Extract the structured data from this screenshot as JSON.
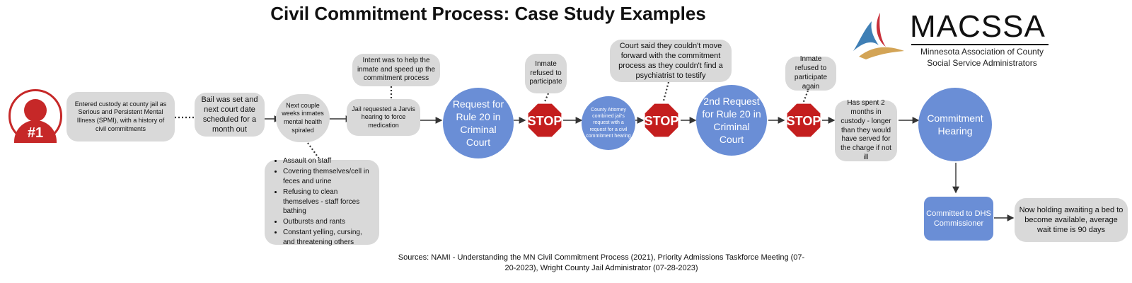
{
  "title": "Civil Commitment Process: Case Study Examples",
  "logo": {
    "name": "MACSSA",
    "subtitle_line1": "Minnesota Association of County",
    "subtitle_line2": "Social Service Administrators",
    "colors": [
      "#c8303a",
      "#3f7fb5",
      "#d3a456"
    ]
  },
  "case_badge": {
    "label": "#1",
    "color": "#c62828"
  },
  "steps": {
    "entered_custody": "Entered custody at county jail as Serious  and Persistent Mental Illness (SPMI), with a history of civil commitments",
    "bail": "Bail was set and next court date scheduled for a month out",
    "spiraled": "Next couple weeks inmates mental health spiraled",
    "jarvis": "Jail requested a Jarvis hearing to force medication",
    "jarvis_note": "Intent was to help the inmate and speed up the commitment process",
    "rule20_first": "Request for Rule 20 in Criminal Court",
    "refused_first": "Inmate refused to participate",
    "county_attorney": "County Attorney combined jail's request with a request for a civil commitment hearing",
    "court_note": "Court said they couldn't move forward with the commitment process as they couldn't find a psychiatrist to testify",
    "rule20_second": "2nd Request for Rule 20 in Criminal Court",
    "refused_second": "Inmate refused to participate again",
    "two_months": "Has spent 2 months in custody - longer than they would have served for the charge if not ill",
    "commitment_hearing": "Commitment Hearing",
    "committed_dhs": "Committed to DHS Commissioner",
    "holding": "Now holding awaiting a bed to become available, average wait time is 90 days"
  },
  "stop_sign": {
    "text": "STOP",
    "color": "#c41e1e"
  },
  "behaviors": [
    "Assault on staff",
    "Covering themselves/cell in feces and urine",
    "Refusing to clean themselves - staff forces bathing",
    "Outbursts and rants",
    "Constant yelling, cursing,  and threatening others"
  ],
  "sources": "Sources: NAMI - Understanding the MN Civil Commitment Process (2021), Priority Admissions Taskforce Meeting (07-20-2023), Wright County Jail Administrator (07-28-2023)",
  "colors": {
    "grey_box": "#d9d9d9",
    "blue": "#6a8ed6",
    "badge_red": "#c62828",
    "stop_red": "#c41e1e"
  }
}
